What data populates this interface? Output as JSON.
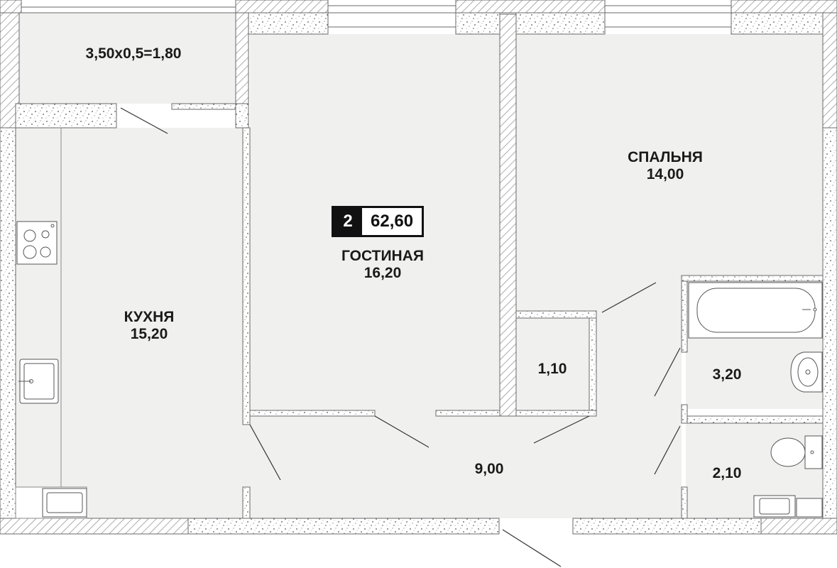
{
  "colors": {
    "floor": "#f0f0ef",
    "wall_fill": "#ffffff",
    "wall_stroke": "#6a6a6a",
    "hatch": "#8a8a8a",
    "ink": "#1a1a1a",
    "badge_bg": "#111111"
  },
  "badge": {
    "rooms": "2",
    "total_area": "62,60"
  },
  "rooms": {
    "balcony": {
      "area": "3,50х0,5=1,80"
    },
    "kitchen": {
      "name": "КУХНЯ",
      "area": "15,20"
    },
    "living": {
      "name": "ГОСТИНАЯ",
      "area": "16,20"
    },
    "bedroom": {
      "name": "СПАЛЬНЯ",
      "area": "14,00"
    },
    "storage": {
      "area": "1,10"
    },
    "bathroom": {
      "area": "3,20"
    },
    "toilet": {
      "area": "2,10"
    },
    "hallway": {
      "area": "9,00"
    }
  },
  "fixtures": [
    "stove-icon",
    "kitchen-sink-icon",
    "bathtub-icon",
    "washbasin-icon",
    "toilet-icon",
    "boiler-icon"
  ]
}
